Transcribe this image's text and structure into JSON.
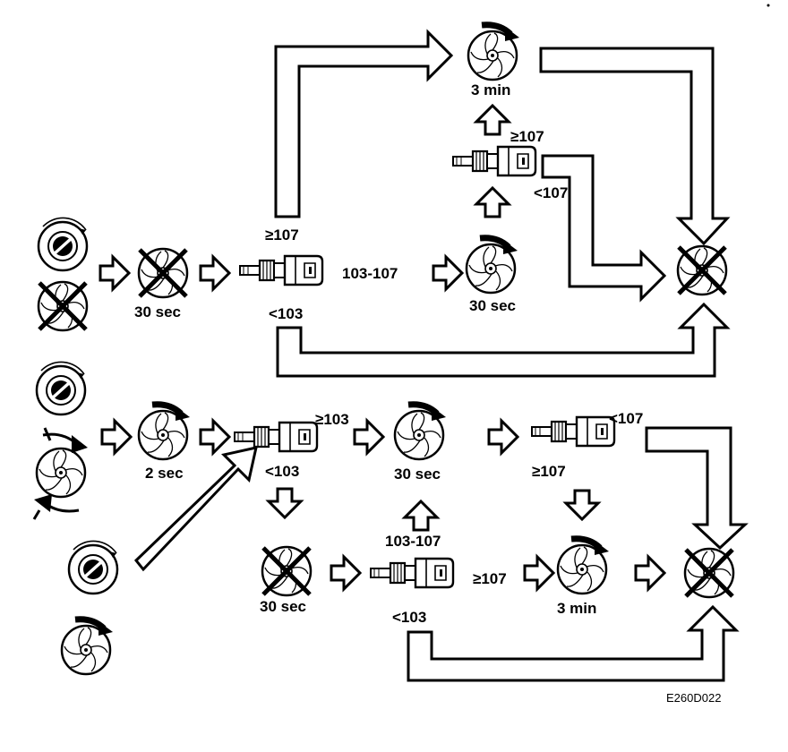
{
  "labels": {
    "t30_top": "30 sec",
    "ge107_left": "≥107",
    "r103_107_top": "103-107",
    "lt103_top": "<103",
    "t30_mid_top": "30 sec",
    "t3min_top": "3 min",
    "ge107_upper": "≥107",
    "lt107_upper": "<107",
    "t2sec": "2 sec",
    "ge103": "≥103",
    "lt103_mid": "<103",
    "t30_mid_bot": "30 sec",
    "lt107_right": "<107",
    "ge107_right": "≥107",
    "r103_107_bot": "103-107",
    "t30_bot": "30 sec",
    "ge107_bot": "≥107",
    "t3min_bot": "3 min",
    "lt103_bot": "<103"
  },
  "figure_code": "E260D022"
}
